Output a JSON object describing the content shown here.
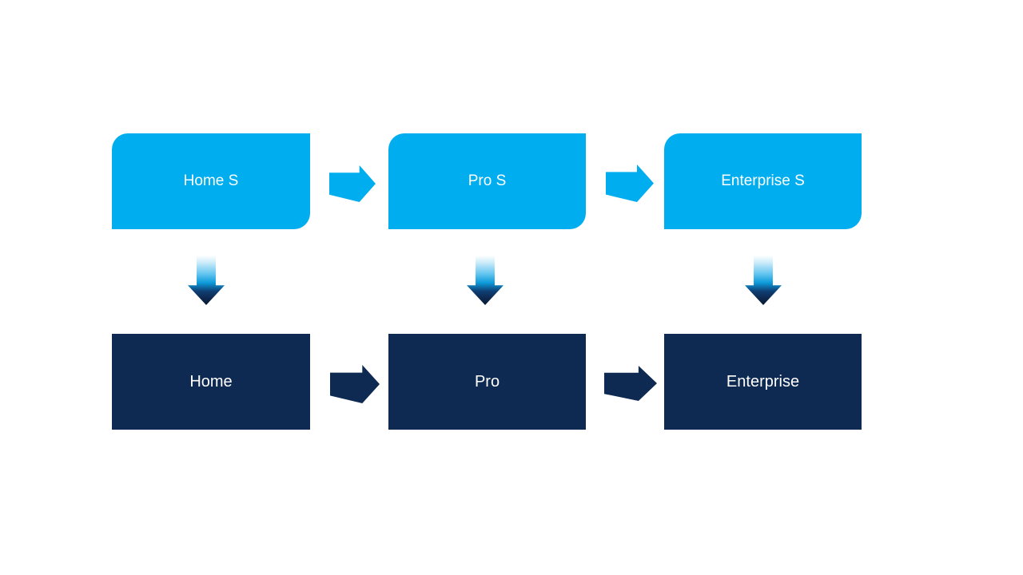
{
  "theme": {
    "background": "#FFFFFF",
    "accent_light": "#00AEEF",
    "accent_dark": "#0E2A52",
    "label_color": "#FFFFFF"
  },
  "diagram": {
    "type": "process-flow",
    "top_row": {
      "shape": "round-diagonal-corner-rectangle",
      "fill": "#00AEEF",
      "items": [
        {
          "label": "Home S"
        },
        {
          "label": "Pro S"
        },
        {
          "label": "Enterprise S"
        }
      ]
    },
    "bottom_row": {
      "shape": "rectangle",
      "fill": "#0E2A52",
      "items": [
        {
          "label": "Home"
        },
        {
          "label": "Pro"
        },
        {
          "label": "Enterprise"
        }
      ]
    },
    "arrows": {
      "horizontal_top": {
        "icon": "right-arrow-icon",
        "color": "#00AEEF",
        "count": 2
      },
      "horizontal_bottom": {
        "icon": "right-arrow-icon",
        "color": "#0E2A52",
        "count": 2
      },
      "vertical": {
        "icon": "down-arrow-icon",
        "gradient": [
          "#FFFFFF",
          "#00AEEF",
          "#0E2A52"
        ],
        "count": 3
      }
    }
  }
}
